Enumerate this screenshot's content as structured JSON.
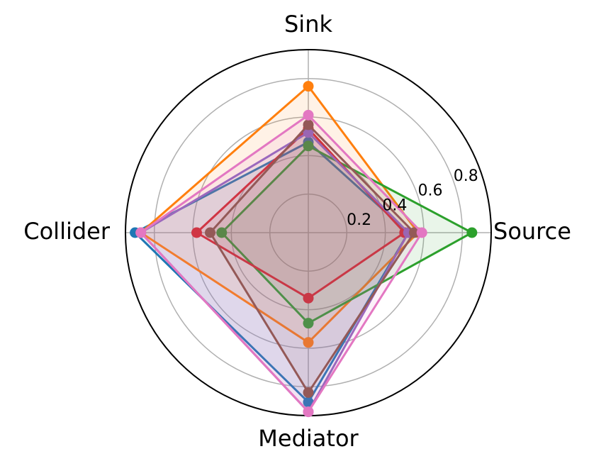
{
  "chart_data": {
    "type": "radar",
    "axes": [
      "Source",
      "Sink",
      "Collider",
      "Mediator"
    ],
    "radial_ticks": [
      0.2,
      0.4,
      0.6,
      0.8
    ],
    "rlim": [
      0,
      0.95
    ],
    "grid": true,
    "series": [
      {
        "color": "#1f77b4",
        "values": [
          0.52,
          0.47,
          0.9,
          0.88
        ]
      },
      {
        "color": "#ff7f0e",
        "values": [
          0.57,
          0.76,
          0.87,
          0.57
        ]
      },
      {
        "color": "#2ca02c",
        "values": [
          0.85,
          0.45,
          0.45,
          0.47
        ]
      },
      {
        "color": "#d62728",
        "values": [
          0.5,
          0.54,
          0.58,
          0.34
        ]
      },
      {
        "color": "#9467bd",
        "values": [
          0.52,
          0.52,
          0.87,
          0.93
        ]
      },
      {
        "color": "#8c564b",
        "values": [
          0.55,
          0.56,
          0.51,
          0.83
        ]
      },
      {
        "color": "#e377c2",
        "values": [
          0.59,
          0.61,
          0.87,
          0.93
        ]
      }
    ]
  }
}
